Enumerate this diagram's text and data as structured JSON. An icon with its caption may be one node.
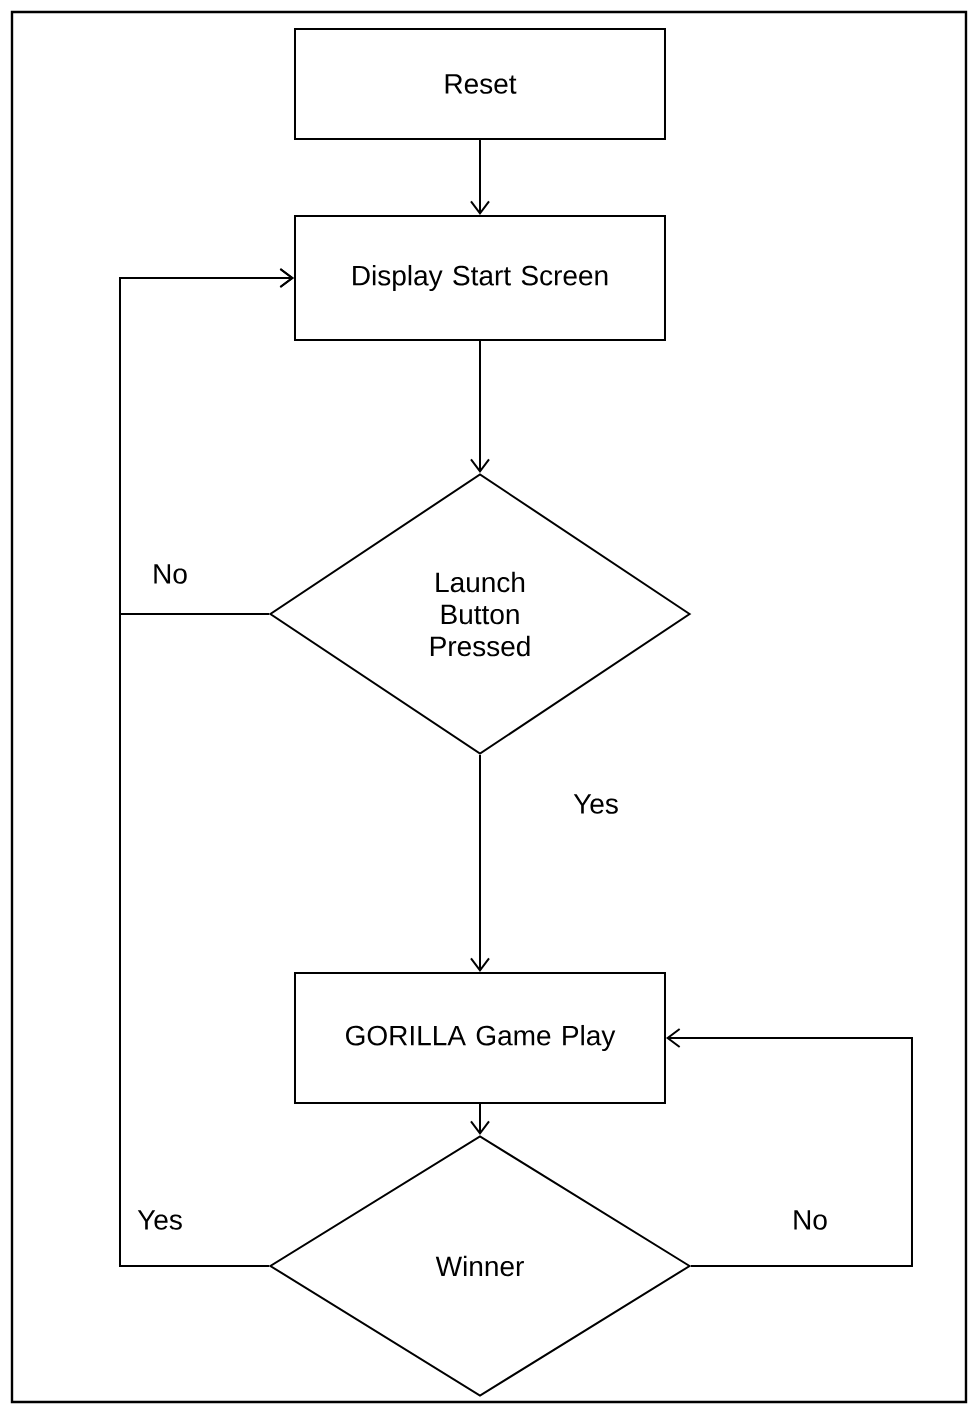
{
  "diagram": {
    "nodes": [
      {
        "text": [
          "Reset"
        ]
      },
      {
        "text": [
          "Display Start Screen"
        ]
      },
      {
        "text": [
          "Launch Button Pressed"
        ]
      },
      {
        "text": [
          "GORILLA Game Play"
        ]
      },
      {
        "text": [
          "Winner"
        ]
      }
    ],
    "edges": [
      {
        "from": 0,
        "to": 1,
        "arrow": "to"
      },
      {
        "from": 1,
        "to": 2,
        "arrow": "to"
      },
      {
        "from": 2,
        "to": 3,
        "arrow": "to",
        "label": "Yes"
      },
      {
        "from": 2,
        "to": 1,
        "arrow": "to",
        "label": "No"
      },
      {
        "from": 3,
        "to": 4,
        "arrow": "to"
      },
      {
        "from": 4,
        "to": 1,
        "arrow": "to",
        "label": "Yes"
      },
      {
        "from": 4,
        "to": 3,
        "arrow": "to",
        "label": "No"
      }
    ]
  }
}
